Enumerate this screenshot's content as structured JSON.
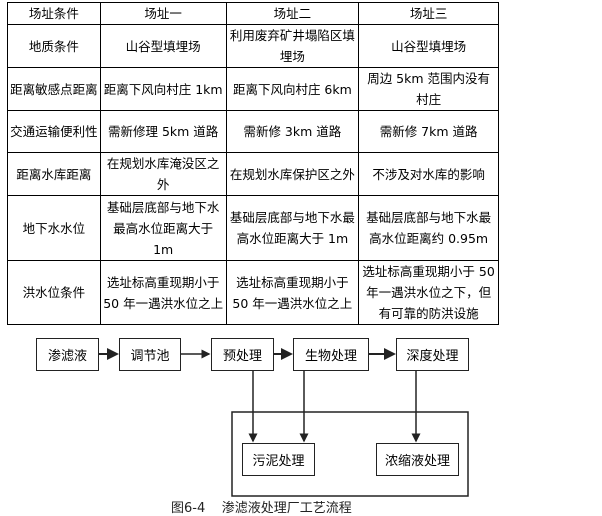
{
  "table": {
    "header": [
      "场址条件",
      "场址一",
      "场址二",
      "场址三"
    ],
    "rows": [
      [
        "地质条件",
        "山谷型填埋场",
        "利用废弃矿井塌陷区填埋场",
        "山谷型填埋场"
      ],
      [
        "距离敏感点距离",
        "距离下风向村庄 1km",
        "距离下风向村庄 6km",
        "周边 5km 范围内没有村庄"
      ],
      [
        "交通运输便利性",
        "需新修理 5km 道路",
        "需新修 3km 道路",
        "需新修 7km 道路"
      ],
      [
        "距离水库距离",
        "在规划水库淹没区之外",
        "在规划水库保护区之外",
        "不涉及对水库的影响"
      ],
      [
        "地下水水位",
        "基础层底部与地下水最高水位距离大于 1m",
        "基础层底部与地下水最高水位距离大于 1m",
        "基础层底部与地下水最高水位距离约 0.95m"
      ],
      [
        "洪水位条件",
        "选址标高重现期小于50 年一遇洪水位之上",
        "选址标高重现期小于50 年一遇洪水位之上",
        "选址标高重现期小于 50 年一遇洪水位之下，但有可靠的防洪设施"
      ]
    ]
  },
  "flow": {
    "leachate": "渗滤液",
    "regulating_pool": "调节池",
    "pretreatment": "预处理",
    "biological": "生物处理",
    "advanced": "深度处理",
    "sludge": "污泥处理",
    "concentrate": "浓缩液处理"
  },
  "caption": "图6-4    渗滤液处理厂工艺流程"
}
